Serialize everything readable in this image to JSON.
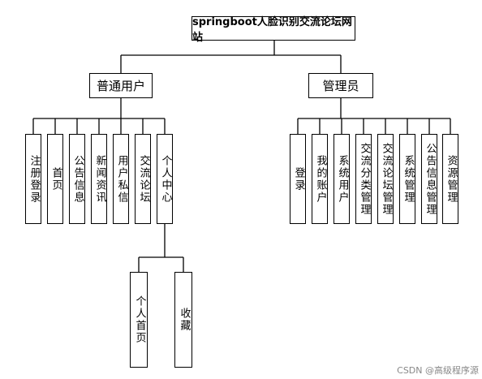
{
  "diagram": {
    "root": {
      "label": "springboot人脸识别交流论坛网站"
    },
    "roles": [
      {
        "label": "普通用户",
        "modules": [
          {
            "label": "注册登录"
          },
          {
            "label": "首页"
          },
          {
            "label": "公告信息"
          },
          {
            "label": "新闻资讯"
          },
          {
            "label": "用户私信"
          },
          {
            "label": "交流论坛"
          },
          {
            "label": "个人中心",
            "children": [
              {
                "label": "个人首页"
              },
              {
                "label": "收藏"
              }
            ]
          }
        ]
      },
      {
        "label": "管理员",
        "modules": [
          {
            "label": "登录"
          },
          {
            "label": "我的账户"
          },
          {
            "label": "系统用户"
          },
          {
            "label": "交流分类管理"
          },
          {
            "label": "交流论坛管理"
          },
          {
            "label": "系统管理"
          },
          {
            "label": "公告信息管理"
          },
          {
            "label": "资源管理"
          }
        ]
      }
    ]
  },
  "watermark": "CSDN @高级程序源"
}
